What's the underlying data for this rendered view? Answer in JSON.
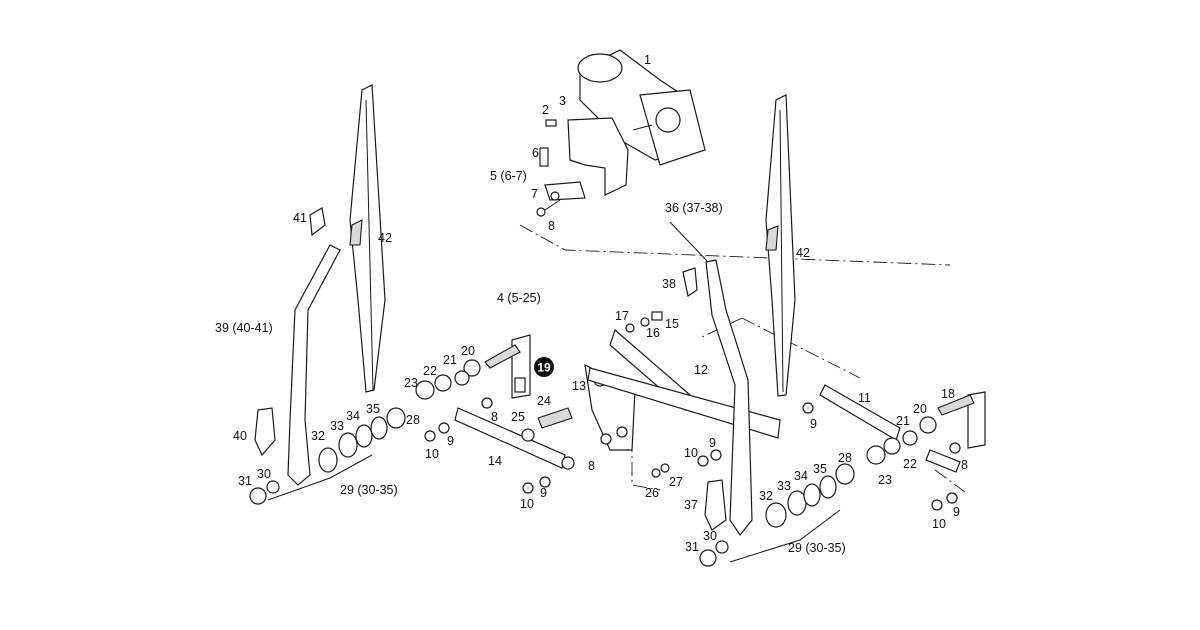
{
  "highlight_label": "19",
  "labels": {
    "l1": "1",
    "l2": "2",
    "l3": "3",
    "l4": "4 (5-25)",
    "l5": "5 (6-7)",
    "l6": "6",
    "l7": "7",
    "l8a": "8",
    "l8b": "8",
    "l8c": "8",
    "l8d": "8",
    "l9a": "9",
    "l9b": "9",
    "l9c": "9",
    "l9d": "9",
    "l9e": "9",
    "l10a": "10",
    "l10b": "10",
    "l10c": "10",
    "l10d": "10",
    "l11": "11",
    "l12": "12",
    "l13": "13",
    "l14": "14",
    "l15": "15",
    "l16": "16",
    "l17": "17",
    "l18": "18",
    "l20a": "20",
    "l20b": "20",
    "l21a": "21",
    "l21b": "21",
    "l22a": "22",
    "l22b": "22",
    "l23a": "23",
    "l23b": "23",
    "l24": "24",
    "l25": "25",
    "l26": "26",
    "l27": "27",
    "l28a": "28",
    "l28b": "28",
    "l29a": "29 (30-35)",
    "l29b": "29 (30-35)",
    "l30a": "30",
    "l30b": "30",
    "l31a": "31",
    "l31b": "31",
    "l32a": "32",
    "l32b": "32",
    "l33a": "33",
    "l33b": "33",
    "l34a": "34",
    "l34b": "34",
    "l35a": "35",
    "l35b": "35",
    "l36": "36 (37-38)",
    "l37": "37",
    "l38": "38",
    "l39": "39 (40-41)",
    "l40": "40",
    "l41": "41",
    "l42a": "42",
    "l42b": "42"
  }
}
